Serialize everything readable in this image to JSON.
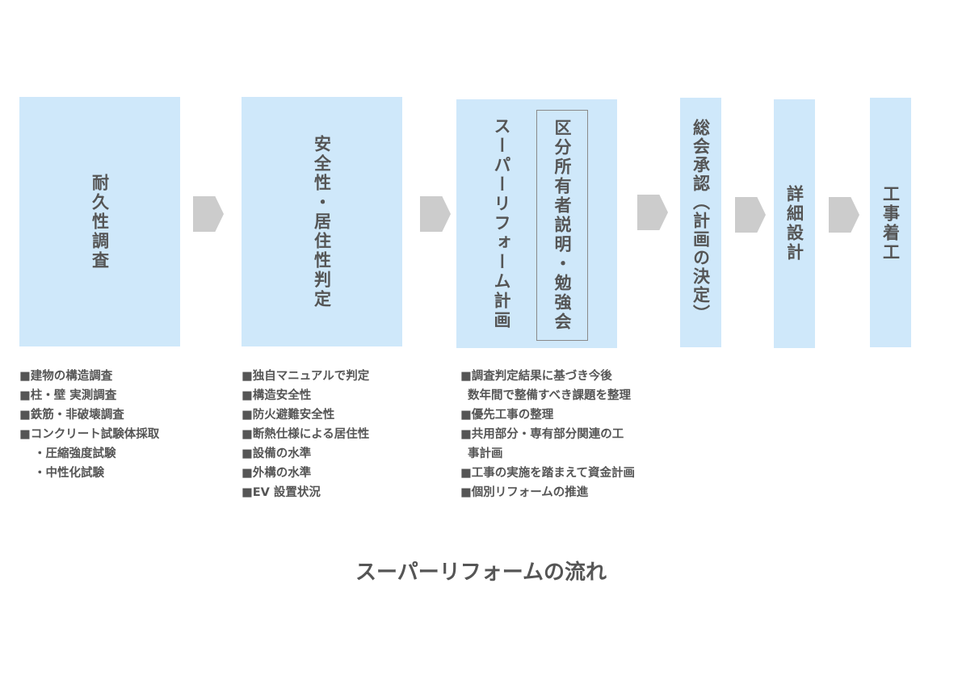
{
  "steps": [
    {
      "title": "耐久性調査"
    },
    {
      "title": "安全性・居住性判定"
    },
    {
      "title": "スーパーリフォーム計画",
      "sub_title": "区分所有者説明・勉強会"
    },
    {
      "title": "総会承認（計画の決定）"
    },
    {
      "title": "詳細設計"
    },
    {
      "title": "工事着工"
    }
  ],
  "details": {
    "step1": [
      "■建物の構造調査",
      "■柱・壁 実測調査",
      "■鉄筋・非破壊調査",
      "■コンクリート試験体採取",
      "・圧縮強度試験",
      "・中性化試験"
    ],
    "step2": [
      "■独自マニュアルで判定",
      "■構造安全性",
      "■防火避難安全性",
      "■断熱仕様による居住性",
      "■設備の水準",
      "■外構の水準",
      "■EV 設置状況"
    ],
    "step3": [
      "■調査判定結果に基づき今後",
      "数年間で整備すべき課題を整理",
      "■優先工事の整理",
      "■共用部分・専有部分関連の工",
      "事計画",
      "■工事の実施を踏まえて資金計画",
      "■個別リフォームの推進"
    ]
  },
  "caption": "スーパーリフォームの流れ",
  "colors": {
    "box": "#cfe8fa",
    "arrow": "#cccccc",
    "text": "#555555"
  }
}
